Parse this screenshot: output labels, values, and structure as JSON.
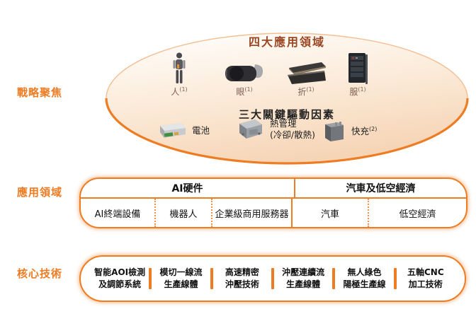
{
  "colors": {
    "accent_orange": "#ED7C23",
    "title_brown": "#9B4723",
    "app_label_brown": "#7E5F51",
    "ellipse_fill_top": "#FFFEFC",
    "ellipse_fill_bottom": "#F6D6B8"
  },
  "row_labels": [
    {
      "label": "戰略聚焦"
    },
    {
      "label": "應用領域"
    },
    {
      "label": "核心技術"
    }
  ],
  "strategic_focus": {
    "applications_title": "四大應用領域",
    "applications": [
      {
        "label": "人",
        "sup": "(1)",
        "icon": "humanoid-robot-icon"
      },
      {
        "label": "眼",
        "sup": "(1)",
        "icon": "vr-headset-icon"
      },
      {
        "label": "折",
        "sup": "(1)",
        "icon": "foldable-device-icon"
      },
      {
        "label": "服",
        "sup": "(1)",
        "icon": "server-rack-icon"
      }
    ],
    "drivers_title": "三大關鍵驅動因素",
    "drivers": [
      {
        "label": "電池",
        "icon": "battery-icon"
      },
      {
        "label": "熱管理",
        "label_line2": "(冷卻/散熱)",
        "icon": "thermal-module-icon"
      },
      {
        "label": "快充",
        "sup": "(2)",
        "icon": "fast-charge-icon"
      }
    ]
  },
  "application_domains": {
    "groups": [
      {
        "header": "AI硬件",
        "items": [
          "AI終端設備",
          "機器人",
          "企業級商用服務器"
        ]
      },
      {
        "header": "汽車及低空經濟",
        "items": [
          "汽車",
          "低空經濟"
        ]
      }
    ]
  },
  "core_technologies": {
    "items": [
      {
        "line1": "智能AOI檢測",
        "line2": "及調節系統"
      },
      {
        "line1": "模切一線流",
        "line2": "生產線體"
      },
      {
        "line1": "高速精密",
        "line2": "沖壓技術"
      },
      {
        "line1": "沖壓連續流",
        "line2": "生產線體"
      },
      {
        "line1": "無人綠色",
        "line2": "陽極生產線"
      },
      {
        "line1": "五軸CNC",
        "line2": "加工技術"
      }
    ]
  }
}
